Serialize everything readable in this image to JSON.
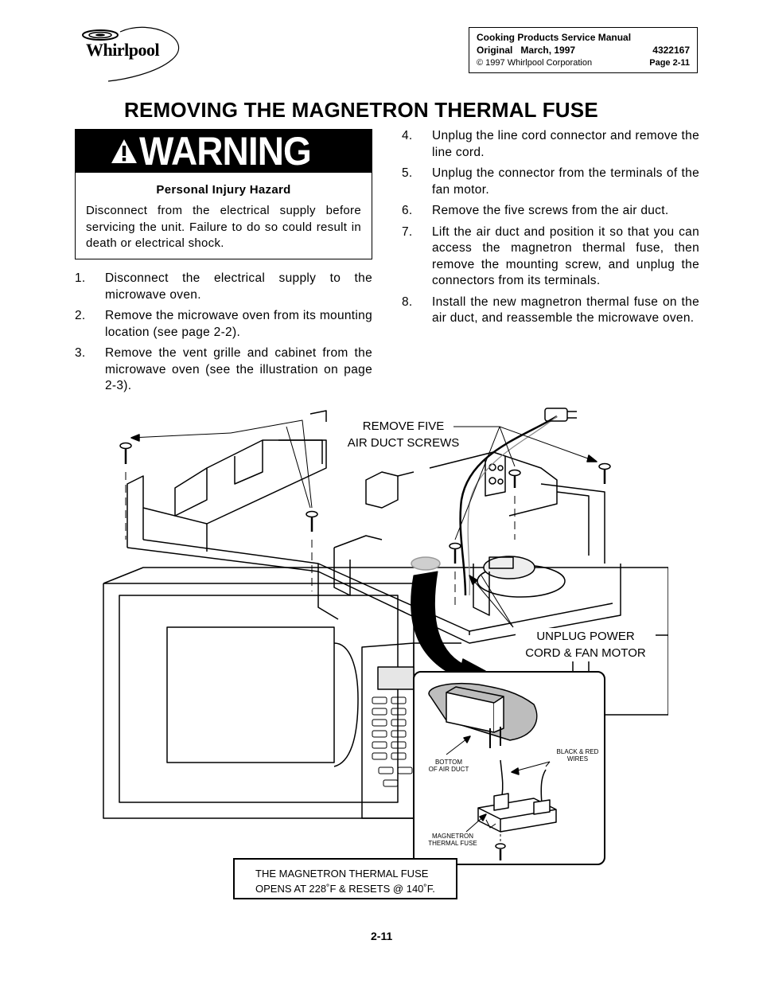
{
  "brand": {
    "logo_text": "Whirlpool"
  },
  "header": {
    "manual_title": "Cooking Products Service Manual",
    "edition": "Original",
    "date": "March, 1997",
    "part_number": "4322167",
    "copyright": "© 1997 Whirlpool Corporation",
    "page_ref": "Page 2-11"
  },
  "title": "REMOVING THE MAGNETRON THERMAL FUSE",
  "warning": {
    "banner": "WARNING",
    "hazard_title": "Personal Injury Hazard",
    "hazard_text": "Disconnect from the electrical supply before servicing the unit. Failure to do so could result in death or electrical shock."
  },
  "steps_left": [
    {
      "num": "1.",
      "text": "Disconnect the electrical supply to the microwave oven."
    },
    {
      "num": "2.",
      "text": "Remove the microwave oven from its mounting location (see page 2-2)."
    },
    {
      "num": "3.",
      "text": "Remove the vent grille and cabinet from the microwave oven (see the illustration on page 2-3)."
    }
  ],
  "steps_right": [
    {
      "num": "4.",
      "text": "Unplug the line cord connector and remove the line cord."
    },
    {
      "num": "5.",
      "text": "Unplug the connector from the terminals of the fan motor."
    },
    {
      "num": "6.",
      "text": "Remove the five screws from the air duct."
    },
    {
      "num": "7.",
      "text": "Lift the air duct and position it so that you can access the magnetron thermal fuse, then remove the mounting screw, and unplug the connectors from its terminals."
    },
    {
      "num": "8.",
      "text": "Install the new magnetron thermal fuse on the air duct, and reassemble the microwave oven."
    }
  ],
  "figure": {
    "callout_screws_line1": "REMOVE FIVE",
    "callout_screws_line2": "AIR DUCT SCREWS",
    "callout_unplug_line1": "UNPLUG POWER",
    "callout_unplug_line2": "CORD & FAN MOTOR",
    "inset": {
      "bottom_duct_line1": "BOTTOM",
      "bottom_duct_line2": "OF AIR DUCT",
      "wires_line1": "BLACK & RED",
      "wires_line2": "WIRES",
      "fuse_line1": "MAGNETRON",
      "fuse_line2": "THERMAL FUSE"
    },
    "note_line1": "THE MAGNETRON THERMAL FUSE",
    "note_line2": "OPENS AT 228˚F  & RESETS @ 140˚F."
  },
  "footer": {
    "page_number": "2-11"
  }
}
